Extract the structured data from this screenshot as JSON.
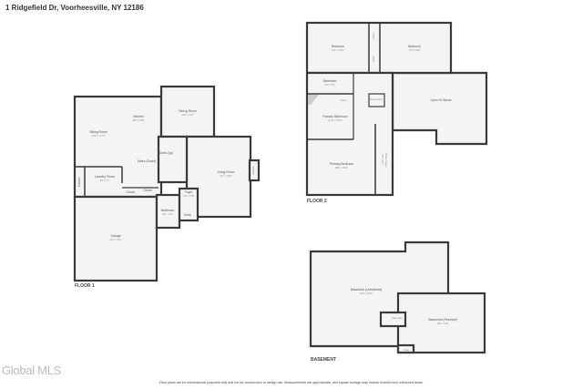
{
  "title": "1 Ridgefield Dr, Voorheesville, NY 12186",
  "logo": "Global MLS",
  "disclaimer": "Floor plans are for informational purposes only and not for construction or design use. Measurements are approximate, and square footage may include finished and unfinished areas.",
  "floors": {
    "floor1": {
      "label": "FLOOR 1",
      "rooms": [
        {
          "name": "Sitting Room",
          "dims": "16'10\" x 17'3\""
        },
        {
          "name": "Kitchen",
          "dims": "10'3\" x 10'8\""
        },
        {
          "name": "Dining Room",
          "dims": "10'6\" x 12'3\""
        },
        {
          "name": "Stairs (Up)",
          "dims": ""
        },
        {
          "name": "Stairs (Down)",
          "dims": ""
        },
        {
          "name": "Living Room",
          "dims": "13'1\" x 19'8\""
        },
        {
          "name": "Laundry Room",
          "dims": "8'8\" x 7'1\""
        },
        {
          "name": "Closet",
          "dims": ""
        },
        {
          "name": "Closet",
          "dims": ""
        },
        {
          "name": "Closet",
          "dims": ""
        },
        {
          "name": "Foyer",
          "dims": "4'11\" x 7'10\""
        },
        {
          "name": "Bathroom",
          "dims": "8'11\" x 7'8\""
        },
        {
          "name": "Entry",
          "dims": ""
        },
        {
          "name": "Garage",
          "dims": "20'3\" x 20'4\""
        },
        {
          "name": "Fireplace",
          "dims": ""
        }
      ]
    },
    "floor2": {
      "label": "FLOOR 2",
      "rooms": [
        {
          "name": "Bedroom",
          "dims": "10'1\" x 13'11\""
        },
        {
          "name": "Bedroom",
          "dims": "17'6\" x 12'9\""
        },
        {
          "name": "Closet",
          "dims": ""
        },
        {
          "name": "Closet",
          "dims": ""
        },
        {
          "name": "Bathroom",
          "dims": "11'0\" x 5'1\""
        },
        {
          "name": "Closet",
          "dims": ""
        },
        {
          "name": "Stairs (Down)",
          "dims": ""
        },
        {
          "name": "Open To Below",
          "dims": ""
        },
        {
          "name": "Primary Bathroom",
          "dims": "11'10\" x 10'11\""
        },
        {
          "name": "Primary Bedroom",
          "dims": "18'8\" x 16'11\""
        },
        {
          "name": "Primary Closet",
          "dims": "3'9\" x 13'7\""
        }
      ]
    },
    "basement": {
      "label": "BASEMENT",
      "rooms": [
        {
          "name": "Basement (Unfinished)",
          "dims": "24'9\" x 25'10\""
        },
        {
          "name": "Stairs (Up)",
          "dims": ""
        },
        {
          "name": "Basement (Finished)",
          "dims": "20'8\" x 14'8\""
        },
        {
          "name": "Closet",
          "dims": ""
        }
      ]
    }
  }
}
